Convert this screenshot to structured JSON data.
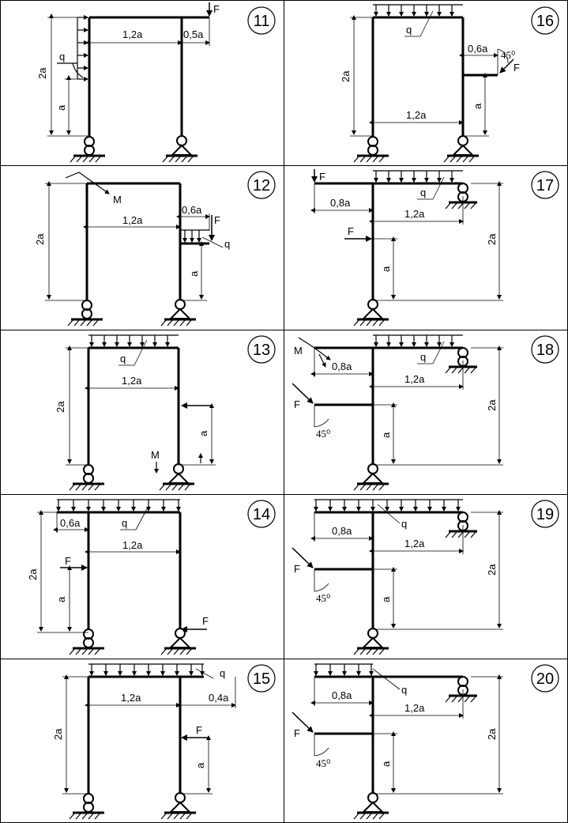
{
  "panels": [
    {
      "number": "11",
      "labels": {
        "dim_width": "1,2a",
        "dim_overhang": "0,5a",
        "dim_height": "2a",
        "dim_a": "a",
        "load_q": "q",
        "force_f": "F"
      }
    },
    {
      "number": "12",
      "labels": {
        "dim_width": "1,2a",
        "dim_overhang": "0,6a",
        "dim_height": "2a",
        "dim_a": "a",
        "load_q": "q",
        "force_f": "F",
        "moment_m": "M"
      }
    },
    {
      "number": "13",
      "labels": {
        "dim_width": "1,2a",
        "dim_height": "2a",
        "dim_a": "a",
        "load_q": "q",
        "moment_m": "M"
      }
    },
    {
      "number": "14",
      "labels": {
        "dim_width": "1,2a",
        "dim_overhang": "0,6a",
        "dim_height": "2a",
        "dim_a": "a",
        "load_q": "q",
        "force_f1": "F",
        "force_f2": "F"
      }
    },
    {
      "number": "15",
      "labels": {
        "dim_width": "1,2a",
        "dim_overhang": "0,4a",
        "dim_height": "2a",
        "dim_a": "a",
        "load_q": "q",
        "force_f": "F"
      }
    },
    {
      "number": "16",
      "labels": {
        "dim_width": "1,2a",
        "dim_overhang": "0,6a",
        "dim_height": "2a",
        "dim_a": "a",
        "load_q": "q",
        "force_f": "F",
        "angle": "45⁰"
      }
    },
    {
      "number": "17",
      "labels": {
        "dim_width": "1,2a",
        "dim_overhang": "0,8a",
        "dim_height": "2a",
        "dim_a": "a",
        "load_q": "q",
        "force_f1": "F",
        "force_f2": "F"
      }
    },
    {
      "number": "18",
      "labels": {
        "dim_width": "1,2a",
        "dim_overhang": "0,8a",
        "dim_height": "2a",
        "dim_a": "a",
        "load_q": "q",
        "force_f": "F",
        "moment_m": "M",
        "angle": "45⁰"
      }
    },
    {
      "number": "19",
      "labels": {
        "dim_width": "1,2a",
        "dim_overhang": "0,8a",
        "dim_height": "2a",
        "dim_a": "a",
        "load_q": "q",
        "force_f": "F",
        "angle": "45⁰"
      }
    },
    {
      "number": "20",
      "labels": {
        "dim_width": "1,2a",
        "dim_overhang": "0,8a",
        "dim_height": "2a",
        "dim_a": "a",
        "load_q": "q",
        "force_f": "F",
        "angle": "45⁰"
      }
    }
  ]
}
